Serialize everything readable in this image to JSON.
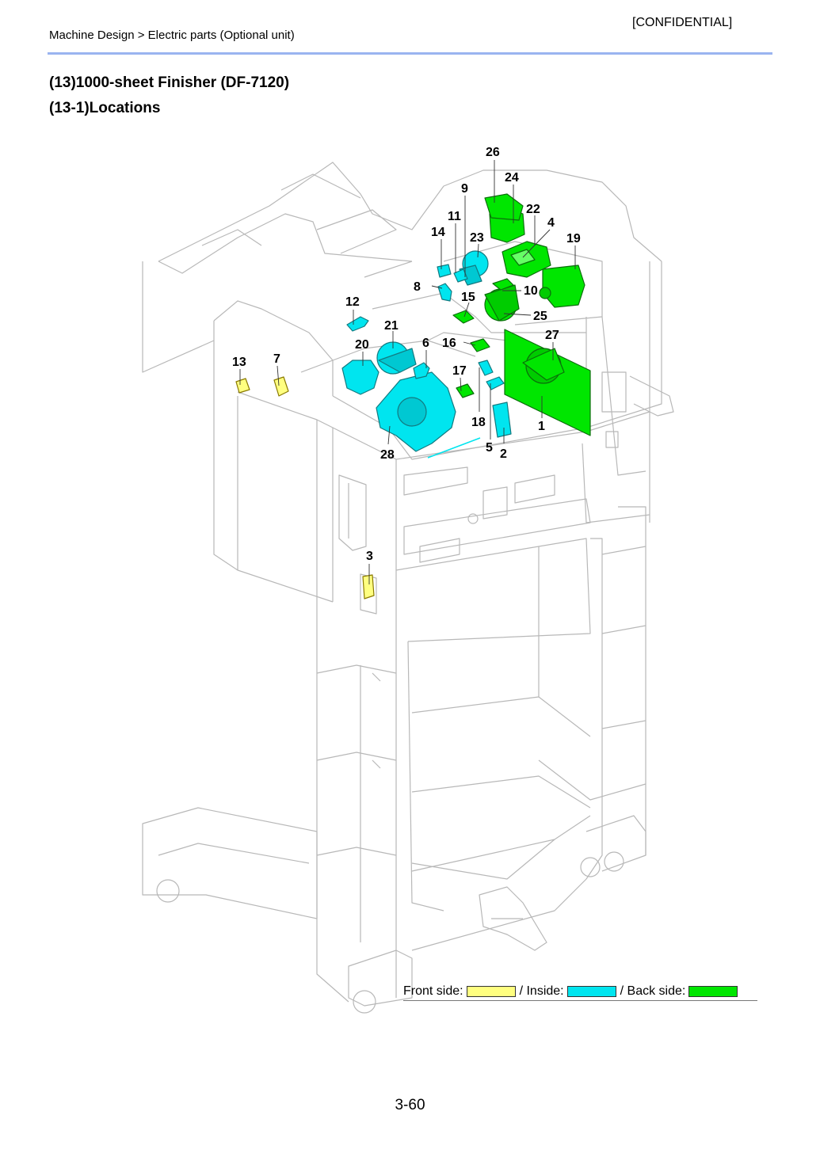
{
  "header": {
    "confidential": "[CONFIDENTIAL]",
    "breadcrumb": "Machine Design > Electric parts (Optional unit)"
  },
  "titles": {
    "section": "(13)1000-sheet Finisher (DF-7120)",
    "subsection": "(13-1)Locations"
  },
  "legend": {
    "front_label": "Front side:",
    "inside_label": "/ Inside:",
    "back_label": "/ Back side:"
  },
  "colors": {
    "front": "#ffff80",
    "inside": "#00e5ef",
    "back": "#00e600",
    "outline": "#b8b8b8",
    "header_rule": "#9ab4f0"
  },
  "callouts": [
    "1",
    "2",
    "3",
    "4",
    "5",
    "6",
    "7",
    "8",
    "9",
    "10",
    "11",
    "12",
    "13",
    "14",
    "15",
    "16",
    "17",
    "18",
    "19",
    "20",
    "21",
    "22",
    "23",
    "24",
    "25",
    "26",
    "27",
    "28"
  ],
  "page_number": "3-60"
}
